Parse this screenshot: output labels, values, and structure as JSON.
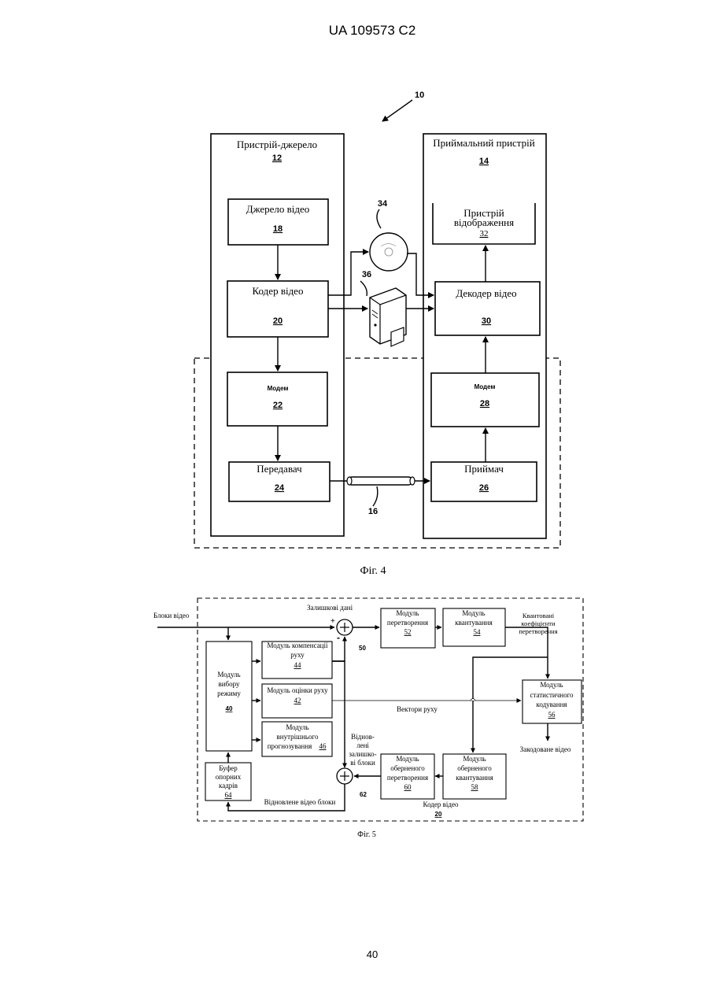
{
  "header": {
    "doc_id": "UA  109573  C2"
  },
  "fig4": {
    "ref_main": "10",
    "source": {
      "title": "Пристрій-джерело",
      "num": "12"
    },
    "dest": {
      "title": "Приймальний пристрій",
      "num": "14"
    },
    "video_source": {
      "label": "Джерело відео",
      "num": "18"
    },
    "encoder": {
      "label": "Кодер відео",
      "num": "20"
    },
    "modem_tx": {
      "label": "Модем",
      "num": "22"
    },
    "transmitter": {
      "label": "Передавач",
      "num": "24"
    },
    "display": {
      "label1": "Пристрій",
      "label2": "відображення",
      "num": "32"
    },
    "decoder": {
      "label": "Декодер відео",
      "num": "30"
    },
    "modem_rx": {
      "label": "Модем",
      "num": "28"
    },
    "receiver": {
      "label": "Приймач",
      "num": "26"
    },
    "storage_medium_num": "34",
    "file_server_num": "36",
    "channel_num": "16",
    "caption": "Фіг. 4"
  },
  "fig5": {
    "input_label": "Блоки відео",
    "residual_label": "Залишкові дані",
    "adder_top_num": "50",
    "adder_bottom_num": "62",
    "plus_sign": "+",
    "minus_sign": "-",
    "transform": {
      "l1": "Модуль",
      "l2": "перетворення",
      "num": "52"
    },
    "quant": {
      "l1": "Модуль",
      "l2": "квантування",
      "num": "54"
    },
    "quant_coeff": {
      "l1": "Квантовані",
      "l2": "коефіцієнти",
      "l3": "перетворення"
    },
    "mode_select": {
      "l1": "Модуль",
      "l2": "вибору",
      "l3": "режиму",
      "num": "40"
    },
    "motion_comp": {
      "l1": "Модуль компенсації",
      "l2": "руху",
      "num": "44"
    },
    "motion_est": {
      "l1": "Модуль оцінки руху",
      "num": "42"
    },
    "intra": {
      "l1": "Модуль",
      "l2": "внутрішнього",
      "l3": "прогнозування",
      "num": "46"
    },
    "entropy": {
      "l1": "Модуль",
      "l2": "статистичного",
      "l3": "кодування",
      "num": "56"
    },
    "motion_vectors": "Вектори руху",
    "encoded_video": "Закодоване відео",
    "recon_residual": {
      "l1": "Віднов-",
      "l2": "лені",
      "l3": "залишко-",
      "l4": "ві блоки"
    },
    "inv_transform": {
      "l1": "Модуль",
      "l2": "оберненого",
      "l3": "перетворення",
      "num": "60"
    },
    "inv_quant": {
      "l1": "Модуль",
      "l2": "оберненого",
      "l3": "квантування",
      "num": "58"
    },
    "ref_buffer": {
      "l1": "Буфер",
      "l2": "опорних",
      "l3": "кадрів",
      "num": "64"
    },
    "recon_video": "Відновлене відео блоки",
    "encoder_label": "Кодер відео",
    "encoder_num": "20",
    "caption": "Фіг. 5"
  },
  "footer": {
    "page_number": "40"
  }
}
